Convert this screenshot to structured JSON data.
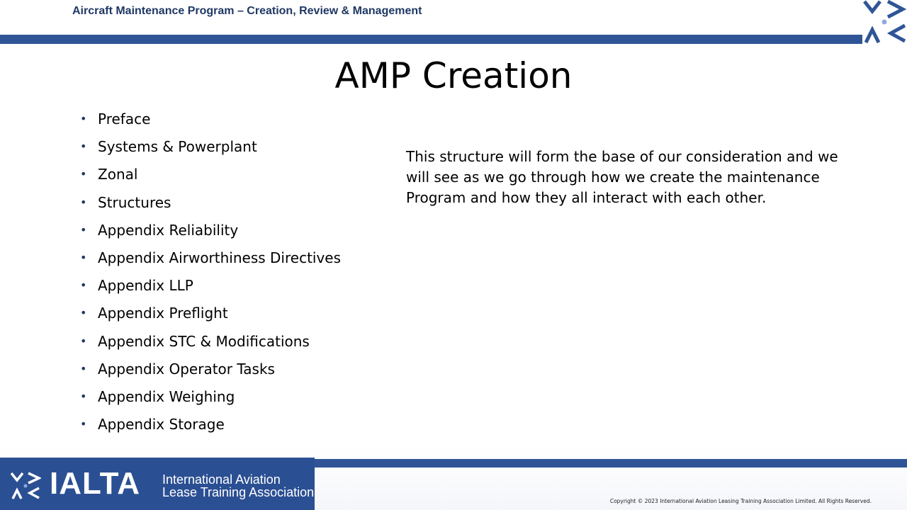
{
  "header": {
    "title": "Aircraft Maintenance Program – Creation, Review & Management",
    "logo_icon": "ialta-mark-icon"
  },
  "slide": {
    "title": "AMP Creation",
    "bullets": [
      "Preface",
      "Systems & Powerplant",
      "Zonal",
      "Structures",
      "Appendix Reliability",
      "Appendix Airworthiness Directives",
      "Appendix LLP",
      "Appendix Preflight",
      "Appendix STC & Modifications",
      "Appendix Operator Tasks",
      "Appendix Weighing",
      "Appendix Storage"
    ],
    "body_lines": [
      "This structure will form the base of our consideration and we",
      "will see as we go through how we create the maintenance",
      "Program and how they all interact with each other."
    ]
  },
  "footer": {
    "brand": "IALTA",
    "org_line1": "International Aviation",
    "org_line2": "Lease Training Association",
    "copyright": "Copyright © 2023 International Aviation Leasing Training Association Limited. All Rights Reserved."
  },
  "colors": {
    "accent": "#2f5597",
    "header_text": "#1f3864",
    "logo_light": "#8faadc"
  }
}
